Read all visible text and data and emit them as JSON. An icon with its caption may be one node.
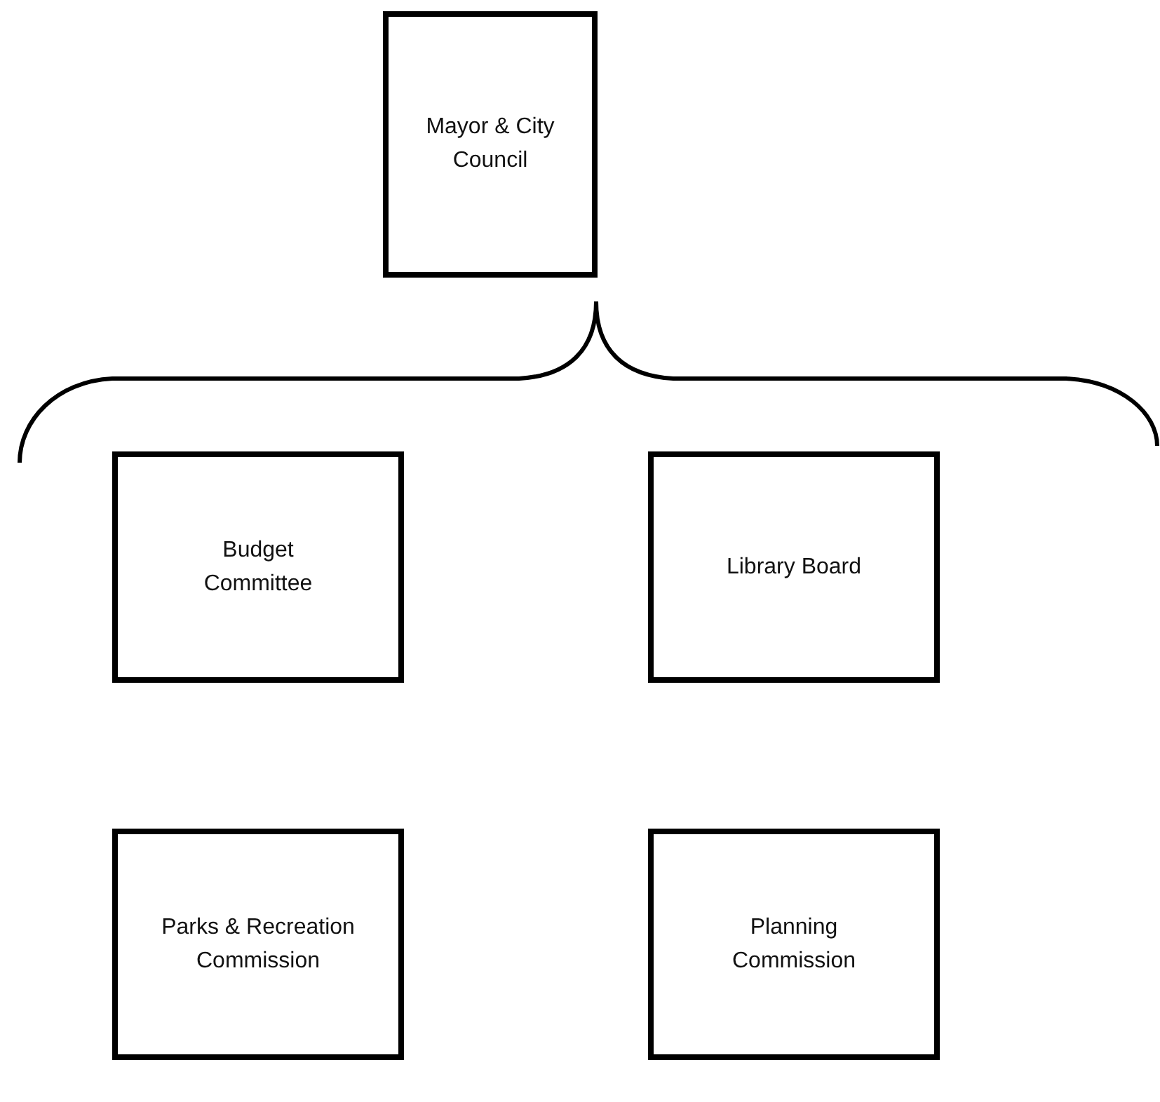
{
  "diagram": {
    "nodes": [
      {
        "text": [
          "Mayor & City Council"
        ]
      },
      {
        "text": [
          "Budget Committee"
        ]
      },
      {
        "text": [
          "Library Board"
        ]
      },
      {
        "text": [
          "Parks & Recreation Commission"
        ]
      },
      {
        "text": [
          "Planning Commission"
        ]
      }
    ]
  }
}
